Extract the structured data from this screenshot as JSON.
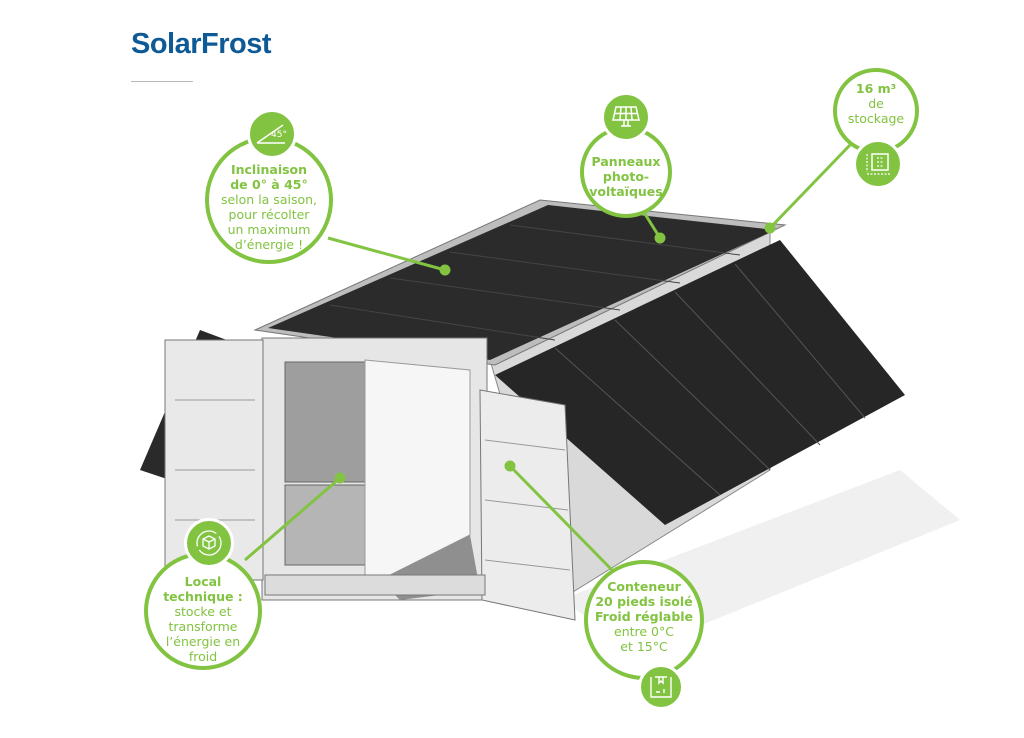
{
  "title": "SolarFrost",
  "accent_color": "#82c341",
  "brand_color": "#0e5a96",
  "callouts": {
    "inclinaison": {
      "icon": "angle-45-icon",
      "icon_text": "45°",
      "bold": [
        "Inclinaison",
        "de 0° à 45°"
      ],
      "lines": [
        "selon la saison,",
        "pour récolter",
        "un maximum",
        "d’énergie !"
      ]
    },
    "panneaux": {
      "icon": "solar-panel-icon",
      "bold": [
        "Panneaux",
        "photo-",
        "voltaïques"
      ]
    },
    "stockage": {
      "icon": "storage-volume-icon",
      "bold": [
        "16 m³"
      ],
      "lines": [
        "de",
        "stockage"
      ]
    },
    "local": {
      "icon": "box-recycle-icon",
      "bold": [
        "Local",
        "technique :"
      ],
      "lines": [
        "stocke et",
        "transforme",
        "l’énergie en",
        "froid"
      ]
    },
    "conteneur": {
      "icon": "container-icon",
      "bold": [
        "Conteneur",
        "20 pieds isolé",
        "Froid réglable"
      ],
      "lines": [
        "entre 0°C",
        "et 15°C"
      ]
    }
  }
}
